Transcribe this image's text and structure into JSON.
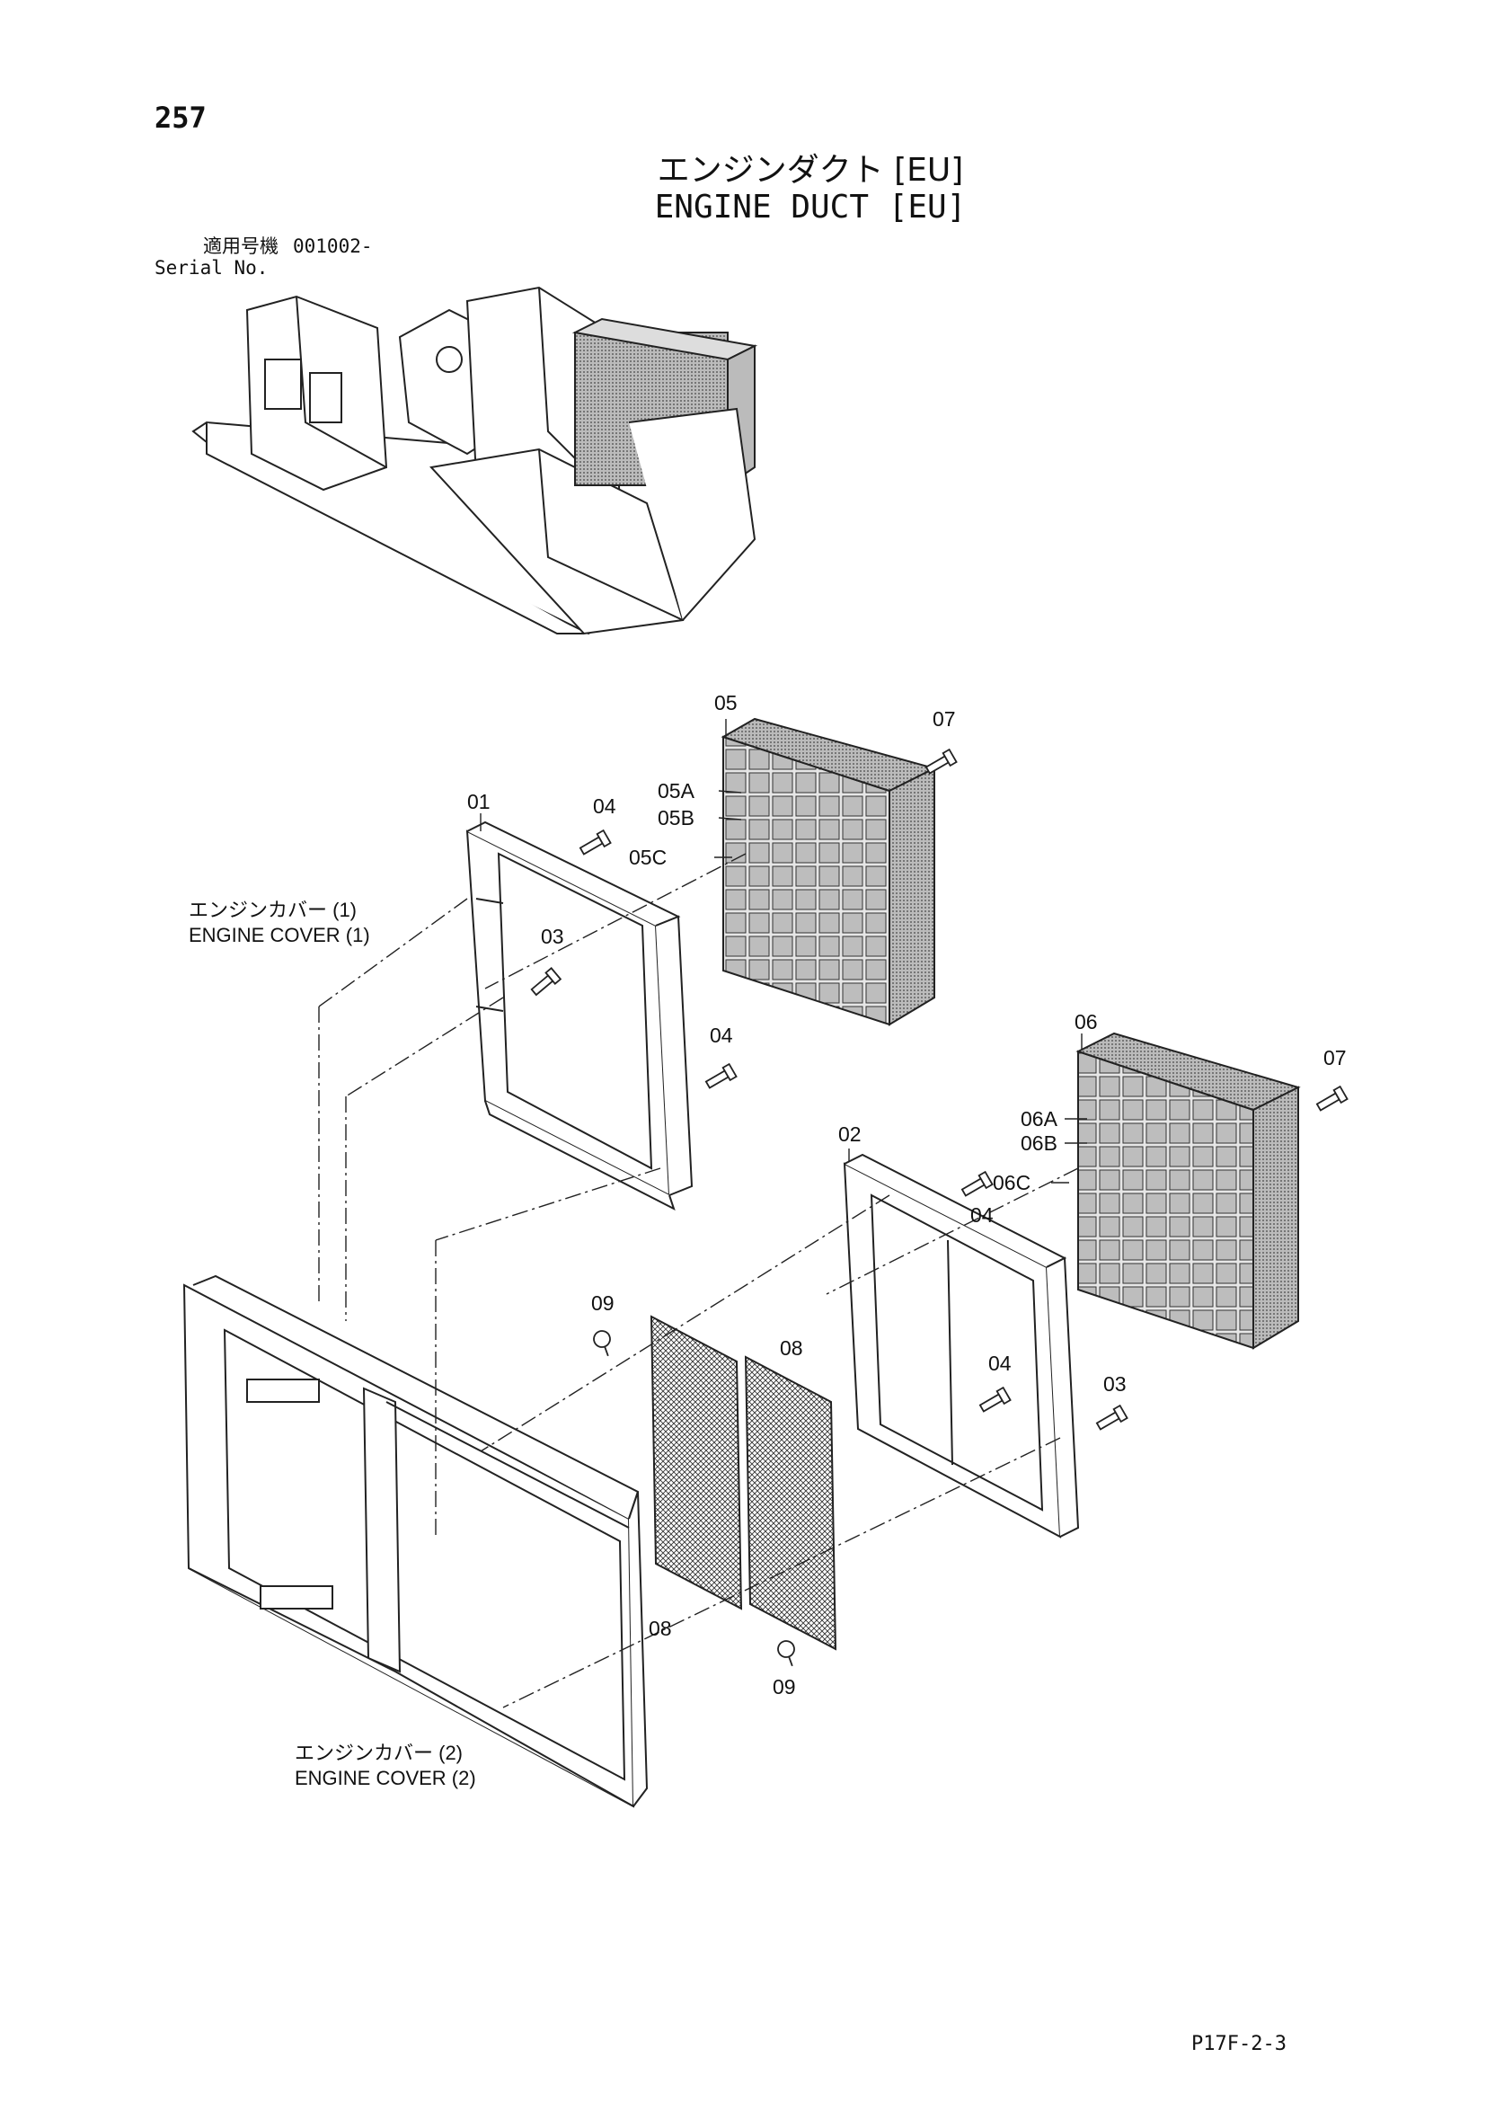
{
  "page_number": "257",
  "title": {
    "jp": "エンジンダクト [EU]",
    "en": "ENGINE DUCT [EU]"
  },
  "serial": {
    "label_jp": "適用号機",
    "label_en": "Serial No.",
    "value": "001002-"
  },
  "assemblies": {
    "cover1": {
      "jp": "エンジンカバー (1)",
      "en": "ENGINE COVER (1)"
    },
    "cover2": {
      "jp": "エンジンカバー (2)",
      "en": "ENGINE COVER (2)"
    }
  },
  "callouts": {
    "c01": "01",
    "c02": "02",
    "c03a": "03",
    "c03b": "03",
    "c04a": "04",
    "c04b": "04",
    "c04c": "04",
    "c04d": "04",
    "c05": "05",
    "c05A": "05A",
    "c05B": "05B",
    "c05C": "05C",
    "c06": "06",
    "c06A": "06A",
    "c06B": "06B",
    "c06C": "06C",
    "c07a": "07",
    "c07b": "07",
    "c08a": "08",
    "c08b": "08",
    "c09a": "09",
    "c09b": "09"
  },
  "footer_code": "P17F-2-3"
}
